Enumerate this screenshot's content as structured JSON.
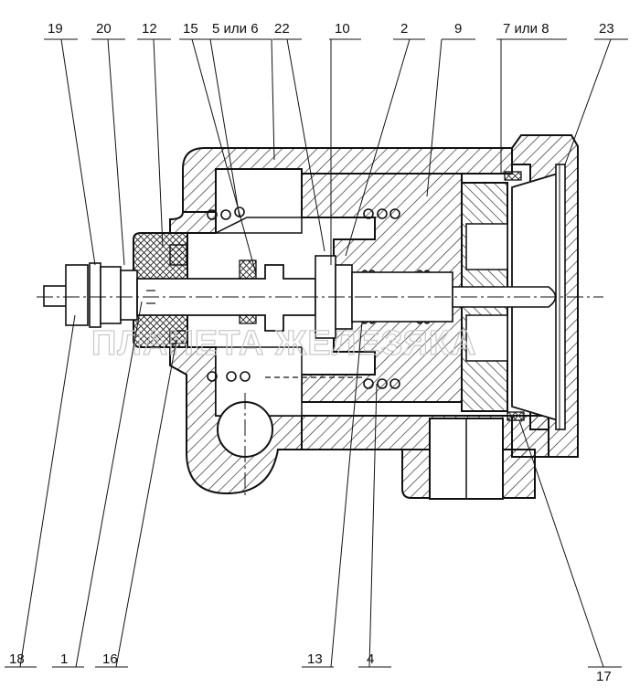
{
  "diagram": {
    "watermark": "ПЛАНЕТА ЖЕЛЕЗЯКА",
    "callouts_top": [
      "19",
      "20",
      "12",
      "15",
      "5 или 6",
      "22",
      "10",
      "2",
      "9",
      "7 или 8",
      "23"
    ],
    "callouts_bottom": [
      "18",
      "1",
      "16",
      "13",
      "4",
      "17"
    ]
  }
}
